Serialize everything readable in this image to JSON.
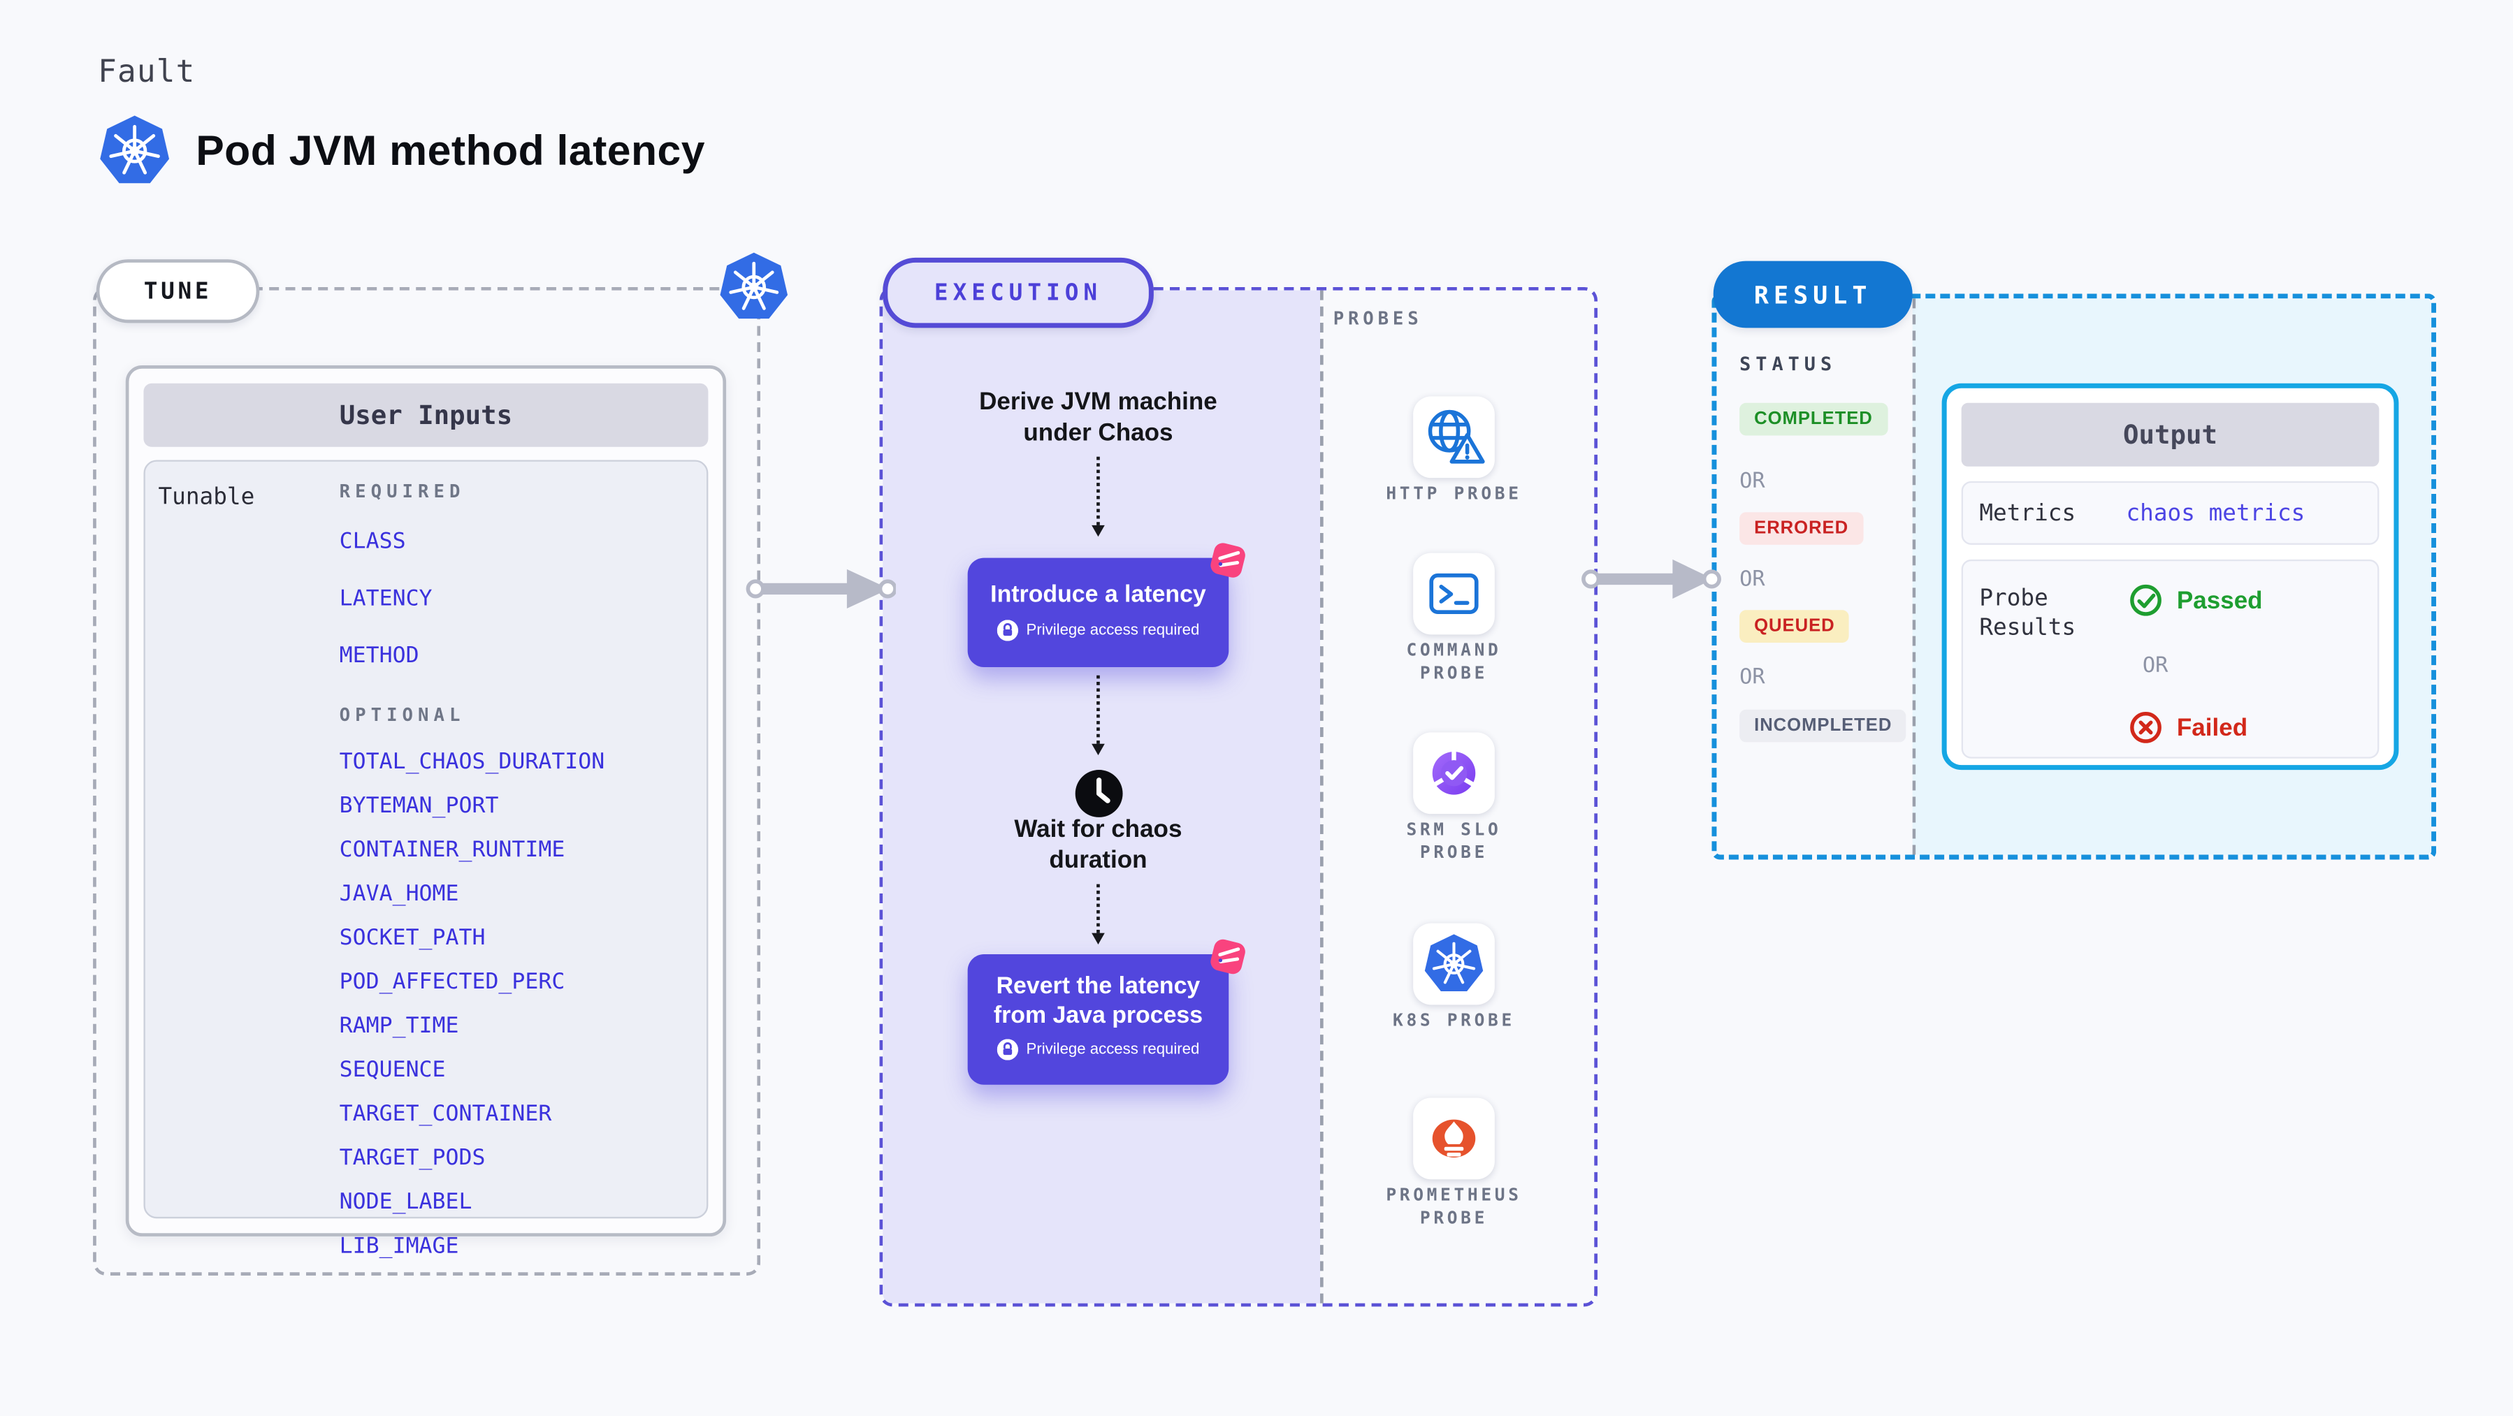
{
  "header": {
    "eyebrow": "Fault",
    "title": "Pod JVM method latency"
  },
  "tune": {
    "badge": "TUNE",
    "user_inputs": {
      "header": "User Inputs",
      "row_label": "Tunable",
      "required_label": "REQUIRED",
      "required": [
        "CLASS",
        "LATENCY",
        "METHOD"
      ],
      "optional_label": "OPTIONAL",
      "optional": [
        "TOTAL_CHAOS_DURATION",
        "BYTEMAN_PORT",
        "CONTAINER_RUNTIME",
        "JAVA_HOME",
        "SOCKET_PATH",
        "POD_AFFECTED_PERC",
        "RAMP_TIME",
        "SEQUENCE",
        "TARGET_CONTAINER",
        "TARGET_PODS",
        "NODE_LABEL",
        "LIB_IMAGE"
      ]
    }
  },
  "execution": {
    "badge": "EXECUTION",
    "step_derive": "Derive JVM machine\nunder Chaos",
    "step_introduce": {
      "title": "Introduce a latency",
      "note": "Privilege access required"
    },
    "step_wait": "Wait for chaos\nduration",
    "step_revert": {
      "title": "Revert the latency\nfrom Java process",
      "note": "Privilege access required"
    }
  },
  "probes": {
    "label": "PROBES",
    "items": [
      {
        "label": "HTTP PROBE",
        "icon": "http-probe-icon"
      },
      {
        "label": "COMMAND\nPROBE",
        "icon": "command-probe-icon"
      },
      {
        "label": "SRM SLO\nPROBE",
        "icon": "srm-slo-probe-icon"
      },
      {
        "label": "K8S PROBE",
        "icon": "k8s-probe-icon"
      },
      {
        "label": "PROMETHEUS\nPROBE",
        "icon": "prometheus-probe-icon"
      }
    ]
  },
  "result": {
    "badge": "RESULT",
    "status": {
      "label": "STATUS",
      "or": "OR",
      "states": [
        {
          "label": "COMPLETED",
          "kind": "success"
        },
        {
          "label": "ERRORED",
          "kind": "error"
        },
        {
          "label": "QUEUED",
          "kind": "queued"
        },
        {
          "label": "INCOMPLETED",
          "kind": "neutral"
        }
      ]
    },
    "output": {
      "header": "Output",
      "metrics_label": "Metrics",
      "metrics_value": "chaos metrics",
      "probe_results_label": "Probe\nResults",
      "passed": "Passed",
      "or": "OR",
      "failed": "Failed"
    }
  },
  "colors": {
    "accent_indigo": "#5246dd",
    "lavender": "#e5e4fa",
    "result_blue": "#1377d2",
    "result_cyan": "#15a6e4",
    "k8s_blue": "#326ce5",
    "link_indigo": "#3a31dd",
    "success_green": "#1d8f27",
    "error_red": "#c92222",
    "queued_bg": "#faeec0",
    "prometheus_orange": "#e6522c",
    "chaos_pink": "#f9437e",
    "arrow_gray": "#b7bac8"
  }
}
